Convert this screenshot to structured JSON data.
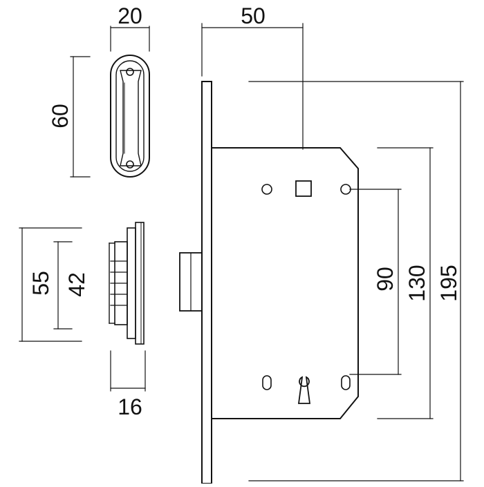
{
  "drawing": {
    "line_color": "#111111",
    "background": "#ffffff"
  },
  "dimensions": {
    "striker_width": "20",
    "striker_height": "60",
    "forend_height": "55",
    "bolt_height": "42",
    "bolt_projection": "16",
    "backset": "50",
    "centres": "90",
    "case_height": "130",
    "forend_length": "195"
  }
}
